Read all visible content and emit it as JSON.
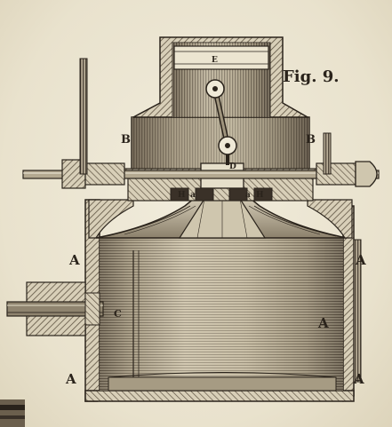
{
  "figure": {
    "caption": "Fig. 9."
  },
  "labels": {
    "E": "E",
    "B_left": "B",
    "B_right": "B",
    "D": "D",
    "a_left": "a",
    "a_right": "a",
    "H_left": "H",
    "H_right": "H",
    "A_upper_left": "A",
    "A_upper_right": "A",
    "A_mid_right": "A",
    "A_lower_left": "A",
    "A_lower_right": "A",
    "C": "C"
  },
  "colors": {
    "ink": "#2a231b",
    "paper": "#ece6d4",
    "hatch": "#6b5f4d",
    "shade_dark": "#3a3128",
    "shade_light": "#b8ad96"
  }
}
